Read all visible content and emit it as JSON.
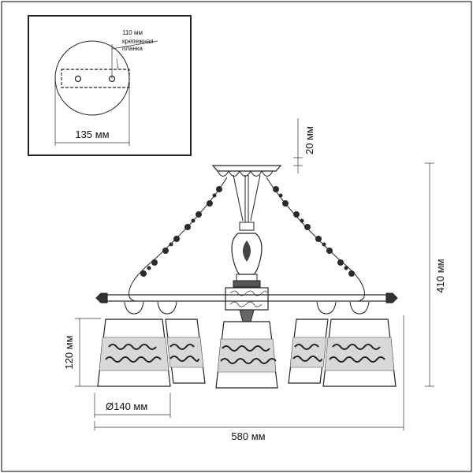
{
  "inset": {
    "label_110": "110 мм",
    "label_bracket_line1": "крепежная",
    "label_bracket_line2": "планка",
    "label_135": "135 мм"
  },
  "dimensions": {
    "top_height": "20 мм",
    "total_height": "410 мм",
    "shade_height": "120 мм",
    "shade_diameter": "Ø140 мм",
    "total_width": "580 мм"
  },
  "colors": {
    "line": "#222222",
    "background": "#ffffff"
  }
}
